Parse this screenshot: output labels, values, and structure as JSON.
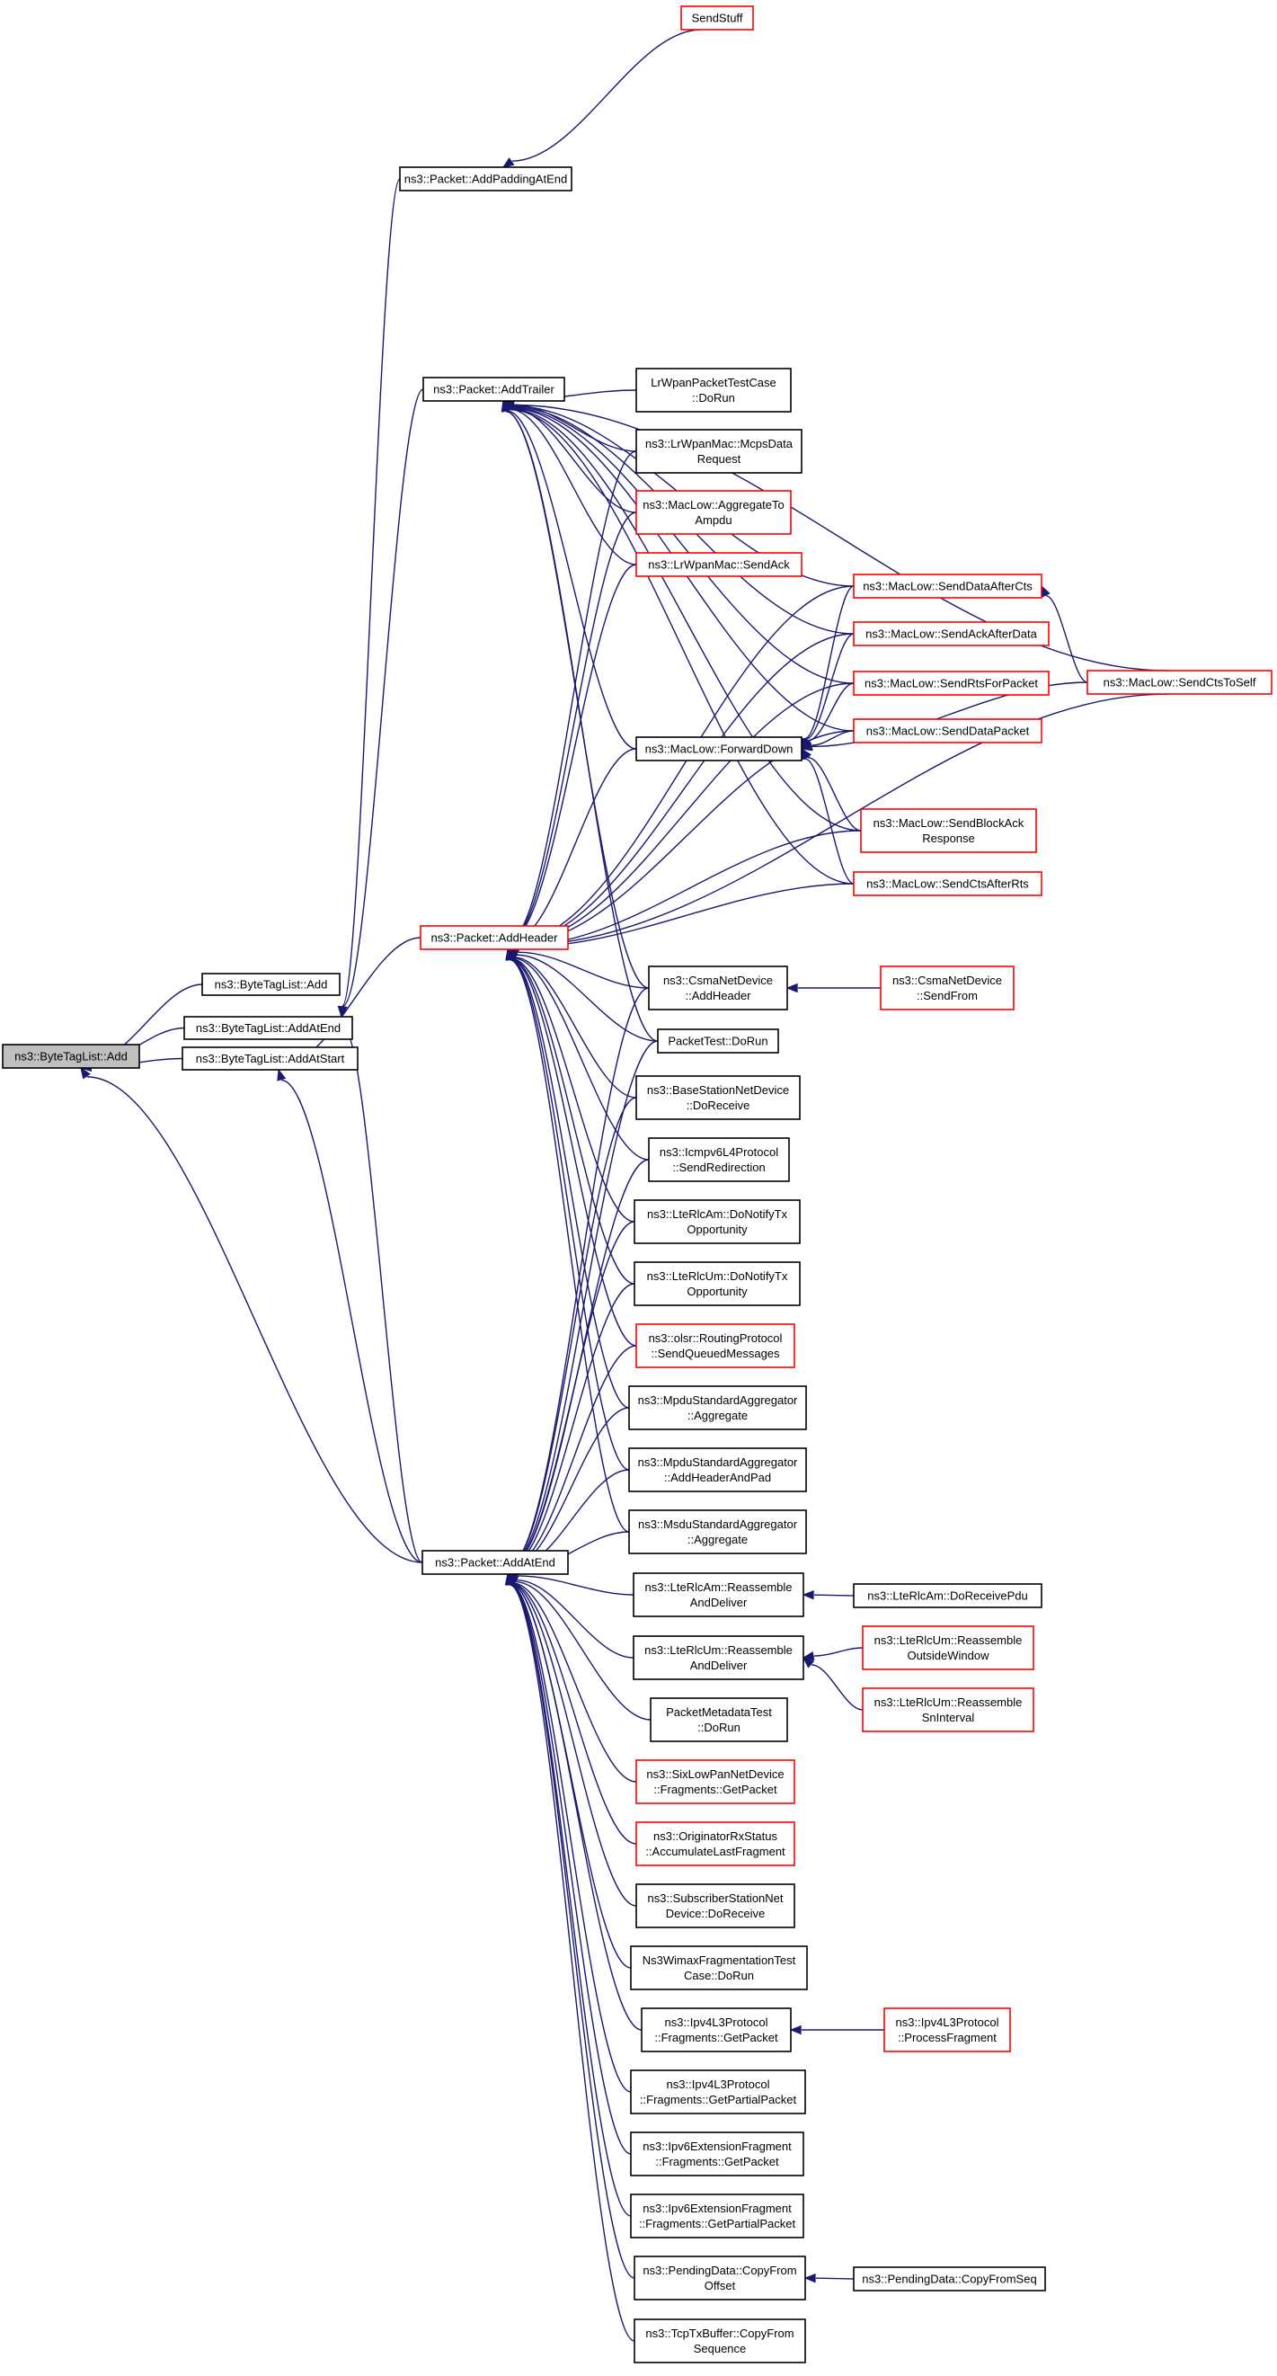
{
  "colors": {
    "edge": "#191970",
    "node_border": "#000000",
    "node_border_truncated": "#ff0000",
    "node_fill": "#ffffff",
    "root_fill": "#bfbfbf"
  },
  "nodes": [
    {
      "id": "root",
      "lines": [
        "ns3::ByteTagList::Add"
      ],
      "style": "root"
    },
    {
      "id": "btl_add2",
      "lines": [
        "ns3::ByteTagList::Add"
      ],
      "style": "normal"
    },
    {
      "id": "btl_addatend",
      "lines": [
        "ns3::ByteTagList::AddAtEnd"
      ],
      "style": "normal"
    },
    {
      "id": "btl_addatstart",
      "lines": [
        "ns3::ByteTagList::AddAtStart"
      ],
      "style": "normal"
    },
    {
      "id": "sendstuff",
      "lines": [
        "SendStuff"
      ],
      "style": "red"
    },
    {
      "id": "addpadding",
      "lines": [
        "ns3::Packet::AddPaddingAtEnd"
      ],
      "style": "normal"
    },
    {
      "id": "addtrailer",
      "lines": [
        "ns3::Packet::AddTrailer"
      ],
      "style": "normal"
    },
    {
      "id": "addheader",
      "lines": [
        "ns3::Packet::AddHeader"
      ],
      "style": "red"
    },
    {
      "id": "addatend",
      "lines": [
        "ns3::Packet::AddAtEnd"
      ],
      "style": "normal"
    },
    {
      "id": "lrwpantest",
      "lines": [
        "LrWpanPacketTestCase",
        "::DoRun"
      ],
      "style": "normal"
    },
    {
      "id": "mcpsdata",
      "lines": [
        "ns3::LrWpanMac::McpsData",
        "Request"
      ],
      "style": "normal"
    },
    {
      "id": "aggregateto",
      "lines": [
        "ns3::MacLow::AggregateTo",
        "Ampdu"
      ],
      "style": "red"
    },
    {
      "id": "lrsendack",
      "lines": [
        "ns3::LrWpanMac::SendAck"
      ],
      "style": "red"
    },
    {
      "id": "forwarddown",
      "lines": [
        "ns3::MacLow::ForwardDown"
      ],
      "style": "normal"
    },
    {
      "id": "senddataaftercts",
      "lines": [
        "ns3::MacLow::SendDataAfterCts"
      ],
      "style": "red"
    },
    {
      "id": "sendackafterdata",
      "lines": [
        "ns3::MacLow::SendAckAfterData"
      ],
      "style": "red"
    },
    {
      "id": "sendrtsforpacket",
      "lines": [
        "ns3::MacLow::SendRtsForPacket"
      ],
      "style": "red"
    },
    {
      "id": "senddatapacket",
      "lines": [
        "ns3::MacLow::SendDataPacket"
      ],
      "style": "red"
    },
    {
      "id": "sendblockack",
      "lines": [
        "ns3::MacLow::SendBlockAck",
        "Response"
      ],
      "style": "red"
    },
    {
      "id": "sendctsafterrts",
      "lines": [
        "ns3::MacLow::SendCtsAfterRts"
      ],
      "style": "red"
    },
    {
      "id": "sendctstoself",
      "lines": [
        "ns3::MacLow::SendCtsToSelf"
      ],
      "style": "red"
    },
    {
      "id": "csmaaddheader",
      "lines": [
        "ns3::CsmaNetDevice",
        "::AddHeader"
      ],
      "style": "normal"
    },
    {
      "id": "csmasendfrom",
      "lines": [
        "ns3::CsmaNetDevice",
        "::SendFrom"
      ],
      "style": "red"
    },
    {
      "id": "packettest",
      "lines": [
        "PacketTest::DoRun"
      ],
      "style": "normal"
    },
    {
      "id": "bsdoreceive",
      "lines": [
        "ns3::BaseStationNetDevice",
        "::DoReceive"
      ],
      "style": "normal"
    },
    {
      "id": "icmpv6",
      "lines": [
        "ns3::Icmpv6L4Protocol",
        "::SendRedirection"
      ],
      "style": "normal"
    },
    {
      "id": "lterlcam_tx",
      "lines": [
        "ns3::LteRlcAm::DoNotifyTx",
        "Opportunity"
      ],
      "style": "normal"
    },
    {
      "id": "lterlcum_tx",
      "lines": [
        "ns3::LteRlcUm::DoNotifyTx",
        "Opportunity"
      ],
      "style": "normal"
    },
    {
      "id": "olsr",
      "lines": [
        "ns3::olsr::RoutingProtocol",
        "::SendQueuedMessages"
      ],
      "style": "red"
    },
    {
      "id": "mpduagg",
      "lines": [
        "ns3::MpduStandardAggregator",
        "::Aggregate"
      ],
      "style": "normal"
    },
    {
      "id": "mpduaddheader",
      "lines": [
        "ns3::MpduStandardAggregator",
        "::AddHeaderAndPad"
      ],
      "style": "normal"
    },
    {
      "id": "msduagg",
      "lines": [
        "ns3::MsduStandardAggregator",
        "::Aggregate"
      ],
      "style": "normal"
    },
    {
      "id": "lterlcam_reas",
      "lines": [
        "ns3::LteRlcAm::Reassemble",
        "AndDeliver"
      ],
      "style": "normal"
    },
    {
      "id": "lterlcam_recv",
      "lines": [
        "ns3::LteRlcAm::DoReceivePdu"
      ],
      "style": "normal"
    },
    {
      "id": "lterlcum_reas",
      "lines": [
        "ns3::LteRlcUm::Reassemble",
        "AndDeliver"
      ],
      "style": "normal"
    },
    {
      "id": "lterlcum_outside",
      "lines": [
        "ns3::LteRlcUm::Reassemble",
        "OutsideWindow"
      ],
      "style": "red"
    },
    {
      "id": "lterlcum_sn",
      "lines": [
        "ns3::LteRlcUm::Reassemble",
        "SnInterval"
      ],
      "style": "red"
    },
    {
      "id": "pktmetatest",
      "lines": [
        "PacketMetadataTest",
        "::DoRun"
      ],
      "style": "normal"
    },
    {
      "id": "sixlowpan",
      "lines": [
        "ns3::SixLowPanNetDevice",
        "::Fragments::GetPacket"
      ],
      "style": "red"
    },
    {
      "id": "originator",
      "lines": [
        "ns3::OriginatorRxStatus",
        "::AccumulateLastFragment"
      ],
      "style": "red"
    },
    {
      "id": "subscriber",
      "lines": [
        "ns3::SubscriberStationNet",
        "Device::DoReceive"
      ],
      "style": "normal"
    },
    {
      "id": "wimaxfrag",
      "lines": [
        "Ns3WimaxFragmentationTest",
        "Case::DoRun"
      ],
      "style": "normal"
    },
    {
      "id": "ipv4getpacket",
      "lines": [
        "ns3::Ipv4L3Protocol",
        "::Fragments::GetPacket"
      ],
      "style": "normal"
    },
    {
      "id": "ipv4process",
      "lines": [
        "ns3::Ipv4L3Protocol",
        "::ProcessFragment"
      ],
      "style": "red"
    },
    {
      "id": "ipv4partial",
      "lines": [
        "ns3::Ipv4L3Protocol",
        "::Fragments::GetPartialPacket"
      ],
      "style": "normal"
    },
    {
      "id": "ipv6getpacket",
      "lines": [
        "ns3::Ipv6ExtensionFragment",
        "::Fragments::GetPacket"
      ],
      "style": "normal"
    },
    {
      "id": "ipv6partial",
      "lines": [
        "ns3::Ipv6ExtensionFragment",
        "::Fragments::GetPartialPacket"
      ],
      "style": "normal"
    },
    {
      "id": "pendingoffset",
      "lines": [
        "ns3::PendingData::CopyFrom",
        "Offset"
      ],
      "style": "normal"
    },
    {
      "id": "pendingseq",
      "lines": [
        "ns3::PendingData::CopyFromSeq"
      ],
      "style": "normal"
    },
    {
      "id": "tcptxbuffer",
      "lines": [
        "ns3::TcpTxBuffer::CopyFrom",
        "Sequence"
      ],
      "style": "normal"
    }
  ],
  "edges": [
    [
      "btl_add2",
      "root"
    ],
    [
      "btl_addatend",
      "root"
    ],
    [
      "btl_addatstart",
      "root"
    ],
    [
      "addatend",
      "root"
    ],
    [
      "addpadding",
      "btl_addatend"
    ],
    [
      "addtrailer",
      "btl_addatend"
    ],
    [
      "addatend",
      "btl_addatend"
    ],
    [
      "addheader",
      "btl_addatstart"
    ],
    [
      "addatend",
      "btl_addatstart"
    ],
    [
      "sendstuff",
      "addpadding"
    ],
    [
      "lrwpantest",
      "addtrailer"
    ],
    [
      "mcpsdata",
      "addtrailer"
    ],
    [
      "aggregateto",
      "addtrailer"
    ],
    [
      "lrsendack",
      "addtrailer"
    ],
    [
      "forwarddown",
      "addtrailer"
    ],
    [
      "senddataaftercts",
      "addtrailer"
    ],
    [
      "sendackafterdata",
      "addtrailer"
    ],
    [
      "sendrtsforpacket",
      "addtrailer"
    ],
    [
      "senddatapacket",
      "addtrailer"
    ],
    [
      "sendblockack",
      "addtrailer"
    ],
    [
      "sendctsafterrts",
      "addtrailer"
    ],
    [
      "sendctstoself",
      "addtrailer"
    ],
    [
      "csmaaddheader",
      "addtrailer"
    ],
    [
      "packettest",
      "addtrailer"
    ],
    [
      "forwarddown",
      "addheader"
    ],
    [
      "senddataaftercts",
      "addheader"
    ],
    [
      "sendackafterdata",
      "addheader"
    ],
    [
      "sendrtsforpacket",
      "addheader"
    ],
    [
      "senddatapacket",
      "addheader"
    ],
    [
      "sendblockack",
      "addheader"
    ],
    [
      "sendctsafterrts",
      "addheader"
    ],
    [
      "sendctstoself",
      "addheader"
    ],
    [
      "csmaaddheader",
      "addheader"
    ],
    [
      "packettest",
      "addheader"
    ],
    [
      "bsdoreceive",
      "addheader"
    ],
    [
      "icmpv6",
      "addheader"
    ],
    [
      "lterlcam_tx",
      "addheader"
    ],
    [
      "lterlcum_tx",
      "addheader"
    ],
    [
      "olsr",
      "addheader"
    ],
    [
      "mpduagg",
      "addheader"
    ],
    [
      "mpduaddheader",
      "addheader"
    ],
    [
      "msduagg",
      "addheader"
    ],
    [
      "mcpsdata",
      "addheader"
    ],
    [
      "aggregateto",
      "addheader"
    ],
    [
      "lrsendack",
      "addheader"
    ],
    [
      "senddataaftercts",
      "forwarddown"
    ],
    [
      "sendackafterdata",
      "forwarddown"
    ],
    [
      "sendrtsforpacket",
      "forwarddown"
    ],
    [
      "senddatapacket",
      "forwarddown"
    ],
    [
      "sendblockack",
      "forwarddown"
    ],
    [
      "sendctsafterrts",
      "forwarddown"
    ],
    [
      "sendctstoself",
      "forwarddown"
    ],
    [
      "sendctstoself",
      "senddataaftercts"
    ],
    [
      "csmasendfrom",
      "csmaaddheader"
    ],
    [
      "csmaaddheader",
      "addatend"
    ],
    [
      "packettest",
      "addatend"
    ],
    [
      "bsdoreceive",
      "addatend"
    ],
    [
      "icmpv6",
      "addatend"
    ],
    [
      "lterlcam_tx",
      "addatend"
    ],
    [
      "lterlcum_tx",
      "addatend"
    ],
    [
      "olsr",
      "addatend"
    ],
    [
      "mpduagg",
      "addatend"
    ],
    [
      "mpduaddheader",
      "addatend"
    ],
    [
      "msduagg",
      "addatend"
    ],
    [
      "lterlcam_reas",
      "addatend"
    ],
    [
      "lterlcum_reas",
      "addatend"
    ],
    [
      "pktmetatest",
      "addatend"
    ],
    [
      "sixlowpan",
      "addatend"
    ],
    [
      "originator",
      "addatend"
    ],
    [
      "subscriber",
      "addatend"
    ],
    [
      "wimaxfrag",
      "addatend"
    ],
    [
      "ipv4getpacket",
      "addatend"
    ],
    [
      "ipv4partial",
      "addatend"
    ],
    [
      "ipv6getpacket",
      "addatend"
    ],
    [
      "ipv6partial",
      "addatend"
    ],
    [
      "pendingoffset",
      "addatend"
    ],
    [
      "tcptxbuffer",
      "addatend"
    ],
    [
      "lterlcam_recv",
      "lterlcam_reas"
    ],
    [
      "lterlcum_outside",
      "lterlcum_reas"
    ],
    [
      "lterlcum_sn",
      "lterlcum_reas"
    ],
    [
      "ipv4process",
      "ipv4getpacket"
    ],
    [
      "pendingseq",
      "pendingoffset"
    ]
  ]
}
